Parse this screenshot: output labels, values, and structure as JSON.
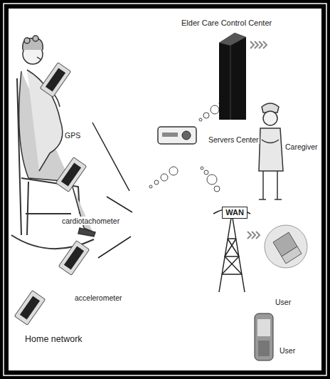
{
  "diagram": {
    "title": "Elder Care Control Center",
    "nodes": [
      {
        "text": [
          "WAN"
        ]
      }
    ],
    "labels": [
      "GPS",
      "cardiotachometer",
      "accelerometer",
      "Home network",
      "Servers Center",
      "Caregiver",
      "User",
      "User"
    ]
  }
}
